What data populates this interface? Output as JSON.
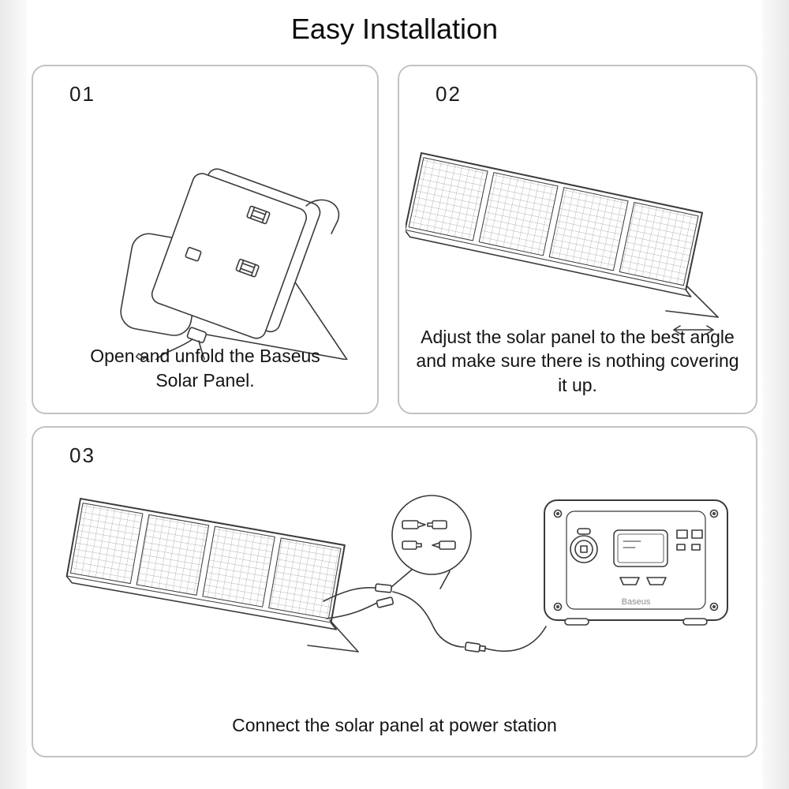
{
  "page": {
    "title": "Easy Installation"
  },
  "steps": [
    {
      "number": "01",
      "caption": "Open and unfold the Baseus Solar Panel."
    },
    {
      "number": "02",
      "caption": "Adjust the solar panel to the best angle and make sure there is nothing covering it up."
    },
    {
      "number": "03",
      "caption": "Connect the solar panel at power station"
    }
  ],
  "power_station": {
    "brand": "Baseus"
  },
  "colors": {
    "line_art": "#3a3a3a",
    "panel_grid": "#9a9a9a",
    "card_border": "#c2c2c2",
    "background": "#ffffff",
    "page_edge": "#e9e9e9",
    "brand_text": "#8a8a8a"
  }
}
